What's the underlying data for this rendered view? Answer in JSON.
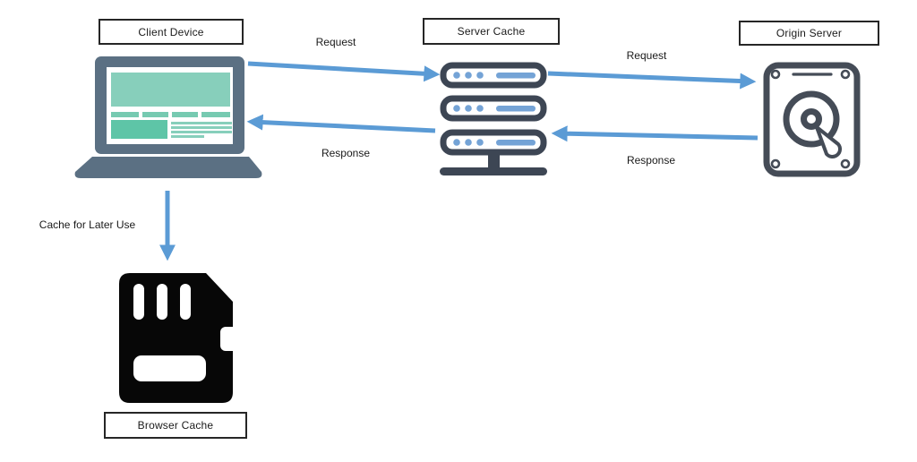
{
  "diagram": {
    "nodes": [
      {
        "id": "client-device",
        "label": "Client Device",
        "icon": "laptop-icon"
      },
      {
        "id": "server-cache",
        "label": "Server Cache",
        "icon": "server-stack-icon"
      },
      {
        "id": "origin-server",
        "label": "Origin Server",
        "icon": "hard-drive-icon"
      },
      {
        "id": "browser-cache",
        "label": "Browser Cache",
        "icon": "sd-card-icon"
      }
    ],
    "edges": [
      {
        "from": "client-device",
        "to": "server-cache",
        "label": "Request"
      },
      {
        "from": "server-cache",
        "to": "origin-server",
        "label": "Request"
      },
      {
        "from": "server-cache",
        "to": "client-device",
        "label": "Response"
      },
      {
        "from": "origin-server",
        "to": "server-cache",
        "label": "Response"
      },
      {
        "from": "client-device",
        "to": "browser-cache",
        "label": "Cache for Later Use"
      }
    ],
    "colors": {
      "arrow": "#5B9BD5",
      "laptop_body": "#5B7083",
      "screen_teal_light": "#87CFBB",
      "screen_teal_mid": "#76CAB1",
      "screen_teal_dark": "#5EC5A7",
      "server_dark": "#3D4654",
      "server_accent": "#74A3D6",
      "hdd_outline": "#454C57",
      "card_black": "#070707"
    }
  }
}
